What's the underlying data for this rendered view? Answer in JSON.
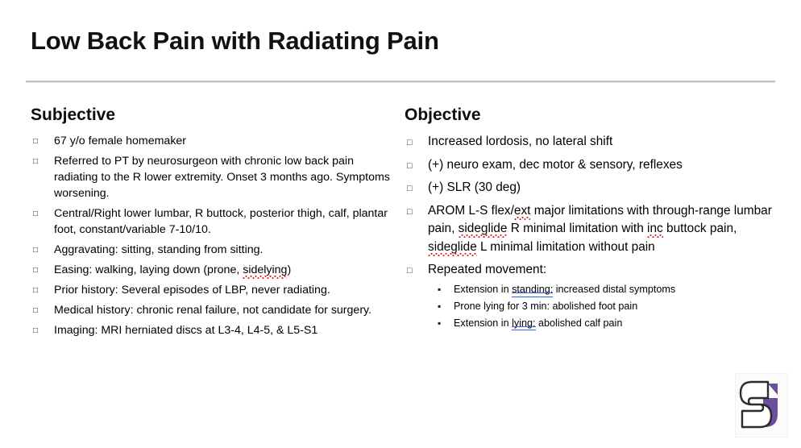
{
  "slide": {
    "title": "Low Back Pain with Radiating Pain",
    "accent_color": "#6b4e9e",
    "rule_color": "#bfbfbf",
    "background": "#ffffff",
    "spellcheck_color": "#e02020",
    "grammar_color": "#3b62d6"
  },
  "subjective": {
    "heading": "Subjective",
    "bullets": [
      "67 y/o female homemaker",
      "Referred to PT by neurosurgeon with chronic low back pain radiating to the R lower extremity.  Onset 3 months ago.  Symptoms worsening.",
      "Central/Right lower lumbar, R buttock, posterior thigh, calf, plantar foot, constant/variable 7-10/10.",
      "Aggravating: sitting, standing from sitting.",
      "Easing: walking, laying down (prone, sidelying)",
      "Prior history: Several episodes of LBP, never radiating.",
      "Medical history: chronic renal failure, not candidate for surgery.",
      "Imaging: MRI herniated discs at L3-4, L4-5, & L5-S1"
    ],
    "easing": {
      "prefix": "Easing: walking, laying down (prone, ",
      "misspelled": "sidelying",
      "suffix": ")"
    }
  },
  "objective": {
    "heading": "Objective",
    "bullets": [
      "Increased lordosis, no lateral shift",
      "(+) neuro exam, dec motor & sensory, reflexes",
      "(+) SLR (30 deg)",
      "AROM L-S flex/ext major limitations with through-range lumbar pain, sideglide R minimal limitation with inc buttock pain, sideglide L minimal limitation without pain",
      "Repeated movement:"
    ],
    "arom": {
      "p1": "AROM L-S flex/",
      "m1": "ext",
      "p2": " major limitations with through-range lumbar pain, ",
      "m2": "sideglide",
      "p3": " R minimal limitation with ",
      "m3": "inc",
      "p4": " buttock pain, ",
      "m4": "sideglide",
      "p5": " L minimal limitation without pain"
    },
    "repeated_movement_label": "Repeated movement:",
    "sub_bullets": [
      {
        "prefix": "Extension in ",
        "flagged": "standing:",
        "suffix": " increased distal symptoms",
        "full": "Extension in standing: increased distal symptoms"
      },
      {
        "prefix": "Prone lying for 3 min: abolished foot pain",
        "flagged": "",
        "suffix": "",
        "full": "Prone lying for 3 min: abolished foot pain"
      },
      {
        "prefix": "Extension in ",
        "flagged": "lying:",
        "suffix": " abolished calf pain",
        "full": "Extension in lying: abolished calf pain"
      }
    ]
  },
  "logo": {
    "name": "letter-s-logo",
    "letter": "S",
    "fill_color": "#6b4e9e",
    "outline_color": "#2b2b2b"
  }
}
